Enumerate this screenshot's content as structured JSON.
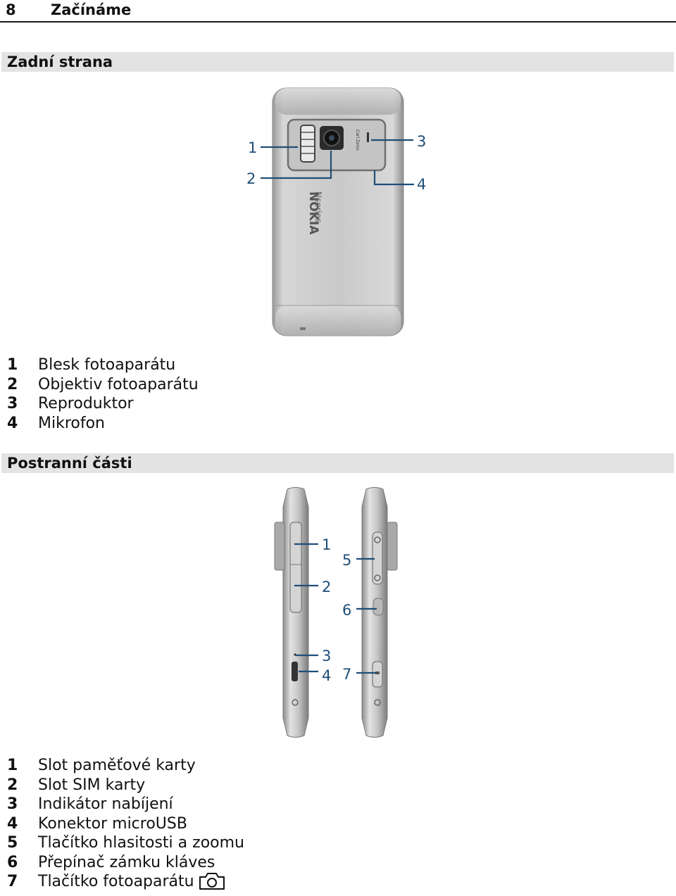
{
  "header": {
    "page_number": "8",
    "chapter": "Začínáme"
  },
  "back_section": {
    "title": "Zadní strana",
    "brand_text": "NOKIA",
    "series_text": "Nseries",
    "lens_text": "Carl Zeiss",
    "callouts": [
      "1",
      "2",
      "3",
      "4"
    ],
    "legend": [
      {
        "num": "1",
        "label": "Blesk fotoaparátu"
      },
      {
        "num": "2",
        "label": "Objektiv fotoaparátu"
      },
      {
        "num": "3",
        "label": "Reproduktor"
      },
      {
        "num": "4",
        "label": "Mikrofon"
      }
    ]
  },
  "side_section": {
    "title": "Postranní části",
    "callouts": [
      "1",
      "2",
      "3",
      "4",
      "5",
      "6",
      "7"
    ],
    "legend": [
      {
        "num": "1",
        "label": "Slot paměťové karty"
      },
      {
        "num": "2",
        "label": "Slot SIM karty"
      },
      {
        "num": "3",
        "label": "Indikátor nabíjení"
      },
      {
        "num": "4",
        "label": "Konektor microUSB"
      },
      {
        "num": "5",
        "label": "Tlačítko hlasitosti a zoomu"
      },
      {
        "num": "6",
        "label": "Přepínač zámku kláves"
      },
      {
        "num": "7",
        "label": "Tlačítko fotoaparátu",
        "icon": "camera-icon"
      }
    ]
  },
  "colors": {
    "callout": "#1f4e79",
    "section_bar": "#e3e3e3"
  }
}
